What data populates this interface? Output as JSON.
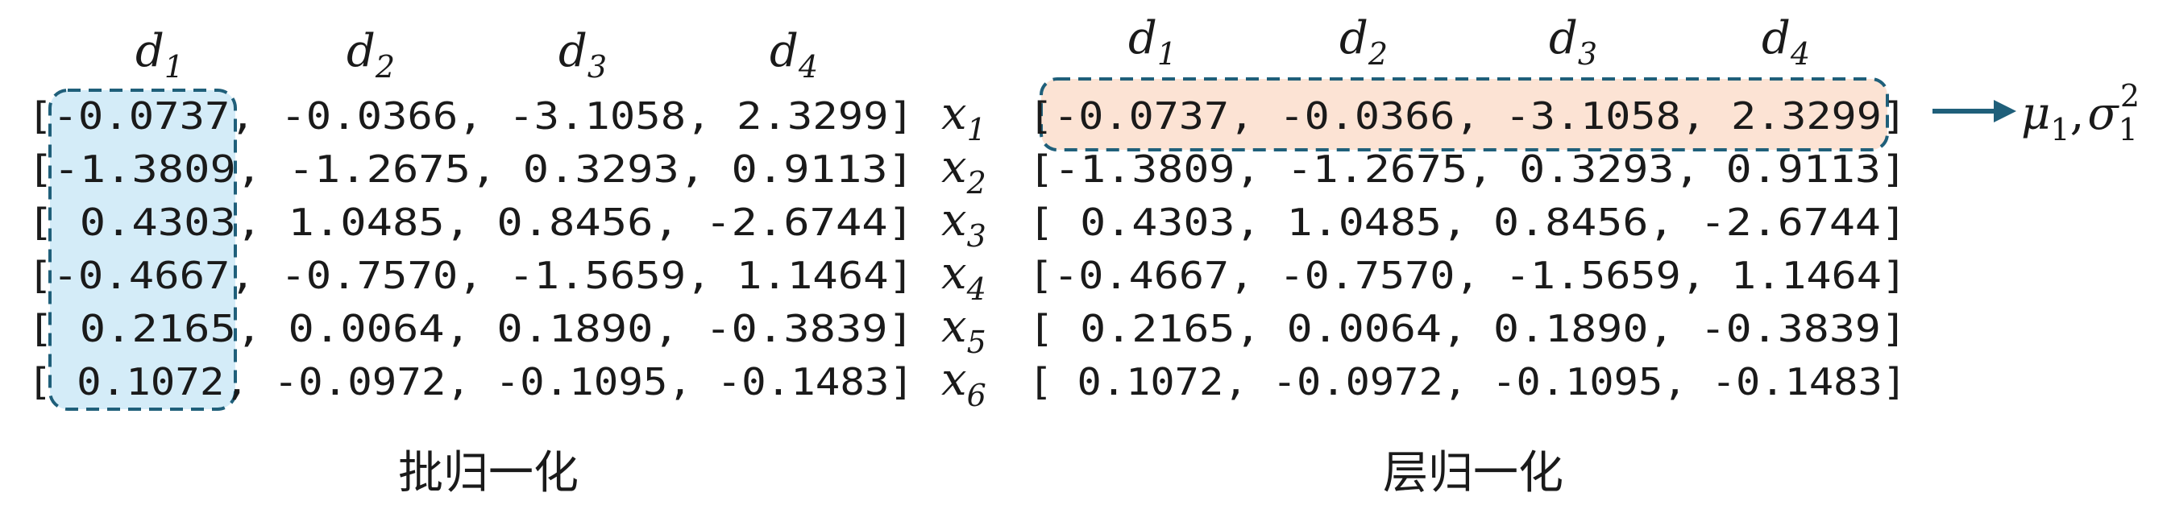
{
  "batch_norm": {
    "column_headers": [
      {
        "base": "d",
        "sub": "1"
      },
      {
        "base": "d",
        "sub": "2"
      },
      {
        "base": "d",
        "sub": "3"
      },
      {
        "base": "d",
        "sub": "4"
      }
    ],
    "caption": "批归一化",
    "highlight_color": "#d4ecf8"
  },
  "layer_norm": {
    "column_headers": [
      {
        "base": "d",
        "sub": "1"
      },
      {
        "base": "d",
        "sub": "2"
      },
      {
        "base": "d",
        "sub": "3"
      },
      {
        "base": "d",
        "sub": "4"
      }
    ],
    "caption": "层归一化",
    "highlight_color": "#fce3d4"
  },
  "row_labels": [
    {
      "base": "x",
      "sub": "1"
    },
    {
      "base": "x",
      "sub": "2"
    },
    {
      "base": "x",
      "sub": "3"
    },
    {
      "base": "x",
      "sub": "4"
    },
    {
      "base": "x",
      "sub": "5"
    },
    {
      "base": "x",
      "sub": "6"
    }
  ],
  "matrix_rows": [
    "[-0.0737, -0.0366, -3.1058,  2.3299]",
    "[-1.3809, -1.2675,  0.3293,  0.9113]",
    "[ 0.4303,  1.0485,  0.8456, -2.6744]",
    "[-0.4667, -0.7570, -1.5659,  1.1464]",
    "[ 0.2165,  0.0064,  0.1890, -0.3839]",
    "[ 0.1072, -0.0972, -0.1095, -0.1483]"
  ],
  "output": {
    "mu": "μ",
    "mu_sub": "1",
    "comma": ",",
    "sigma": "σ",
    "sigma_sub": "1",
    "sigma_sup": "2"
  },
  "colors": {
    "dashed_border": "#1f5f7a",
    "arrow": "#1f5f7a",
    "text": "#1a1a1a"
  }
}
